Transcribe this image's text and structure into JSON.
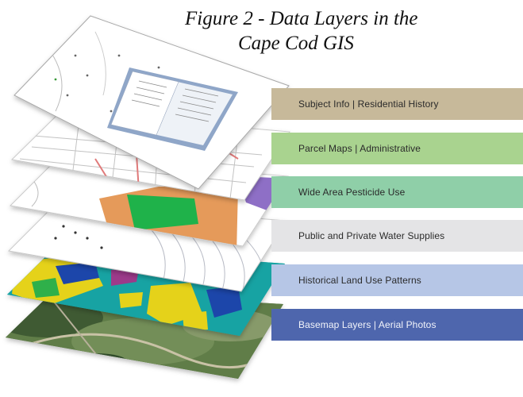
{
  "figure": {
    "caption_line1": "Figure 2 - Data Layers in the",
    "caption_line2": "Cape Cod GIS"
  },
  "layers": [
    {
      "label": "Subject Info | Residential History",
      "color": "#c7b99a",
      "text_color": "#2a2a2a"
    },
    {
      "label": "Parcel Maps  |  Administrative",
      "color": "#a9d38f",
      "text_color": "#2a2a2a"
    },
    {
      "label": "Wide Area Pesticide Use",
      "color": "#8fcfa8",
      "text_color": "#2a2a2a"
    },
    {
      "label": "Public and Private Water Supplies",
      "color": "#e4e4e6",
      "text_color": "#2a2a2a"
    },
    {
      "label": "Historical Land Use Patterns",
      "color": "#b6c6e6",
      "text_color": "#2a2a2a"
    },
    {
      "label": "Basemap Layers | Aerial Photos",
      "color": "#4e66ad",
      "text_color": "#f2f4fa"
    }
  ],
  "colors": {
    "pesticide_orange": "#e59a5a",
    "pesticide_green": "#1fb24a",
    "pesticide_purple": "#8e6fc6",
    "landuse_teal": "#14a5a5",
    "landuse_yellow": "#e7d31a",
    "landuse_blue": "#1b44a8",
    "aerial_green": "#4f6e3e",
    "parcel_red": "#e07a7a"
  }
}
